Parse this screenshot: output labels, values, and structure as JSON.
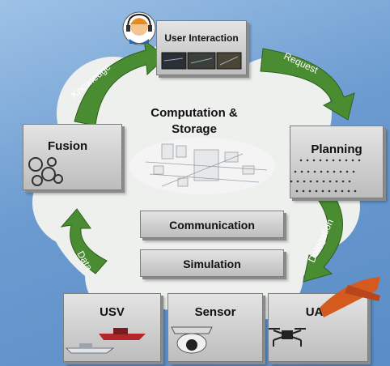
{
  "center": {
    "title_line1": "Computation &",
    "title_line2": "Storage"
  },
  "boxes": {
    "user_interaction": "User Interaction",
    "fusion": "Fusion",
    "planning": "Planning",
    "communication": "Communication",
    "simulation": "Simulation",
    "usv": "USV",
    "sensor": "Sensor",
    "uav": "UAV"
  },
  "arrows": {
    "knowledge": "Knowledge",
    "request": "Request",
    "delegation": "Delegation",
    "data": "Data"
  },
  "colors": {
    "arrow_green": "#4a8c32",
    "cloud": "#eef0ee",
    "box_face": "#d6d6d6",
    "background": "#7aa6d8"
  },
  "icons": [
    "user-headset-icon",
    "gears-icon",
    "data-center-icon",
    "plan-graph-icon",
    "screens-icon",
    "boat-icon",
    "camera-icon",
    "drone-icon",
    "aircraft-icon"
  ]
}
